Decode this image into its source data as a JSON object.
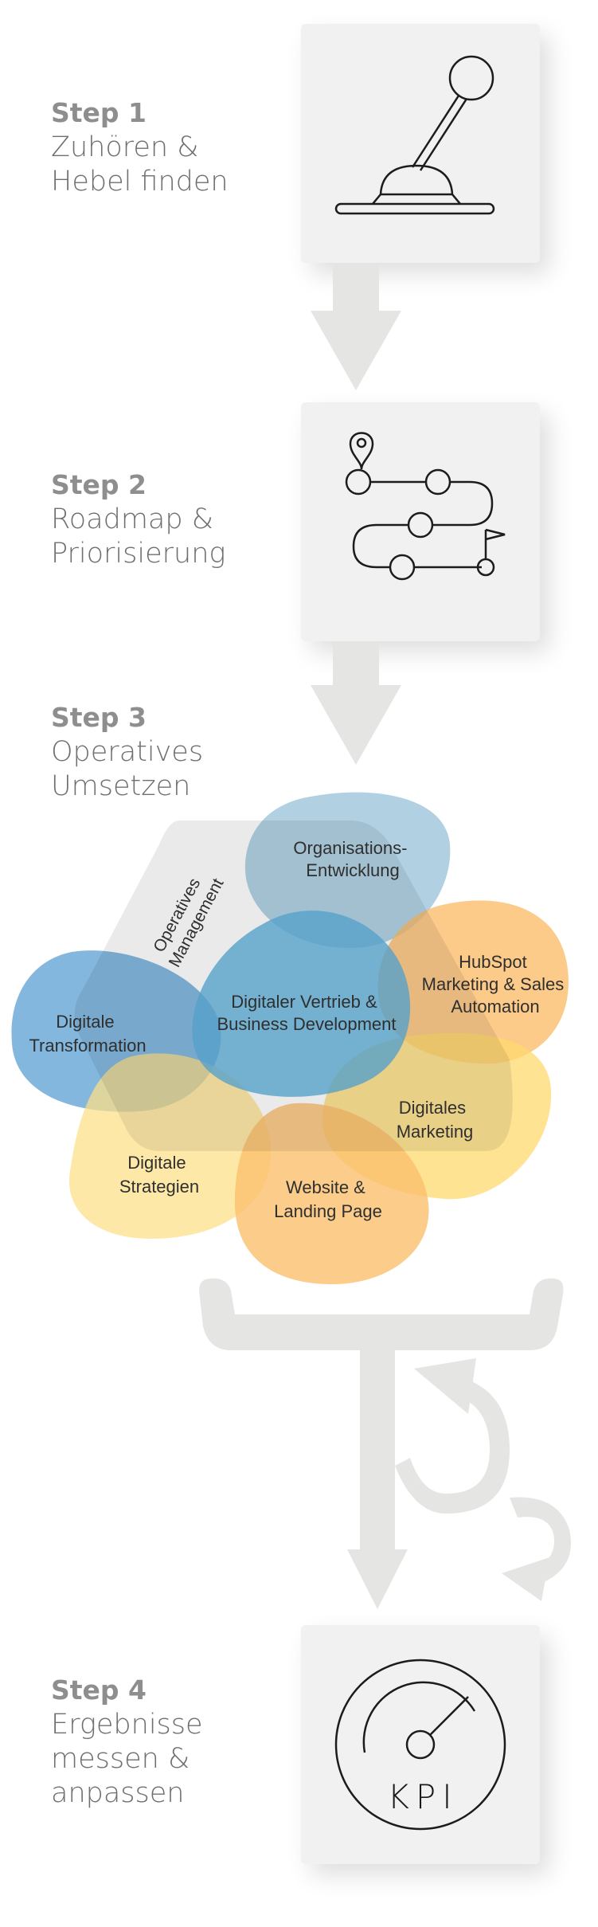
{
  "steps": [
    {
      "number": "Step 1",
      "lines": [
        "Zuhören &",
        "Hebel finden"
      ],
      "icon": "lever-icon"
    },
    {
      "number": "Step 2",
      "lines": [
        "Roadmap &",
        "Priorisierung"
      ],
      "icon": "roadmap-icon"
    },
    {
      "number": "Step 3",
      "lines": [
        "Operatives",
        "Umsetzen"
      ]
    },
    {
      "number": "Step 4",
      "lines": [
        "Ergebnisse",
        "messen &",
        "anpassen"
      ],
      "icon": "kpi-gauge-icon"
    }
  ],
  "diagram": {
    "management_label": [
      "Operatives",
      "Management"
    ],
    "areas": [
      {
        "lines": [
          "Organisations-",
          "Entwicklung"
        ],
        "color": "#9ec5dc"
      },
      {
        "lines": [
          "HubSpot",
          "Marketing & Sales",
          "Automation"
        ],
        "color": "#fbbd6b"
      },
      {
        "lines": [
          "Digitaler Vertrieb &",
          "Business Development"
        ],
        "color": "#5eb0dc"
      },
      {
        "lines": [
          "Digitale",
          "Transformation"
        ],
        "color": "#6daad8"
      },
      {
        "lines": [
          "Digitales",
          "Marketing"
        ],
        "color": "#fdd96f"
      },
      {
        "lines": [
          "Digitale",
          "Strategien"
        ],
        "color": "#fde08a"
      },
      {
        "lines": [
          "Website &",
          "Landing Page"
        ],
        "color": "#fbbf6e"
      }
    ]
  },
  "kpi_label": "KPI",
  "colors": {
    "card": "#f1f1f1",
    "arrow": "#e5e5e4",
    "icon_stroke": "#1c1c1c"
  }
}
